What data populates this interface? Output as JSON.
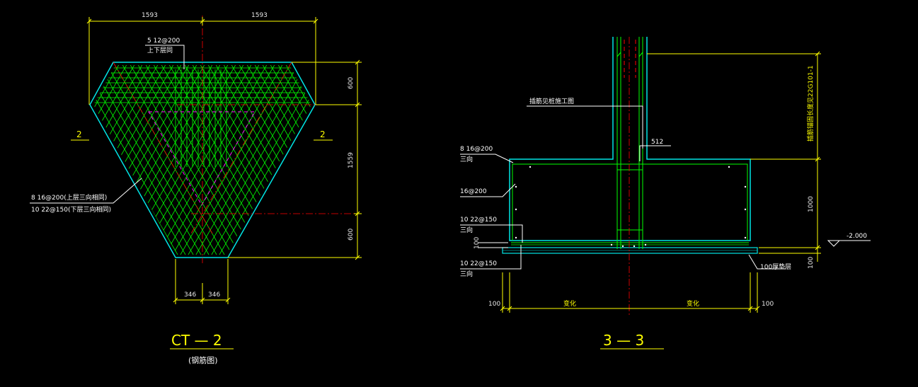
{
  "colors": {
    "background": "#000000",
    "outline": "#00e5e5",
    "rebar": "#00ff00",
    "dimension": "#ffff00",
    "centerline": "#ff0000",
    "hidden": "#ff00ff",
    "text": "#ffffff"
  },
  "left_view": {
    "dims": {
      "top_left": "1593",
      "top_right": "1593",
      "right_1": "600",
      "right_2": "1559",
      "right_3": "600",
      "bottom_left": "346",
      "bottom_right": "346"
    },
    "callouts": {
      "top_rebar_1": "5  12@200",
      "top_rebar_2": "上下层同",
      "side_rebar_1": "8  16@200(上层三向相同)",
      "side_rebar_2": "10  22@150(下层三向相同)"
    },
    "section_marks": {
      "left": "2",
      "right": "2"
    },
    "title": "CT — 2",
    "subtitle": "(钢筋图)"
  },
  "right_view": {
    "labels": {
      "top_rebar_1": "8  16@200",
      "top_rebar_2": "三向",
      "side_rebar": " 16@200",
      "bottom_rebar_1a": "10  22@150",
      "bottom_rebar_1b": "三向",
      "bottom_rebar_2a": "10  22@150",
      "bottom_rebar_2b": "三向",
      "column_note": "插筋见桩施工图",
      "col_dim": "512",
      "pad": "100厚垫层",
      "vertical_note": "插筋锚固长度见22G101-1",
      "dim_100_left": "100",
      "dim_100_right": "100",
      "dim_1000": "1000",
      "dim_100_vert": "100",
      "dim_100_small": "100",
      "span_left": "变化",
      "span_right": "变化",
      "elevation": "-2.000"
    },
    "title": "3 — 3"
  }
}
